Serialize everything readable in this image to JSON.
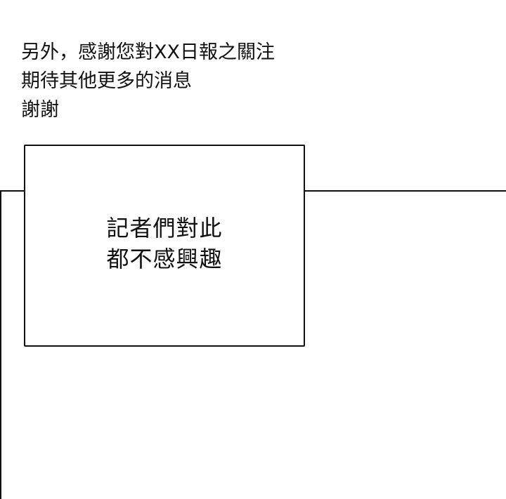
{
  "top_text": {
    "line1": "另外，感謝您對XX日報之關注",
    "line2": "期待其他更多的消息",
    "line3": "謝謝"
  },
  "caption_box": {
    "line1": "記者們對此",
    "line2": "都不感興趣"
  }
}
